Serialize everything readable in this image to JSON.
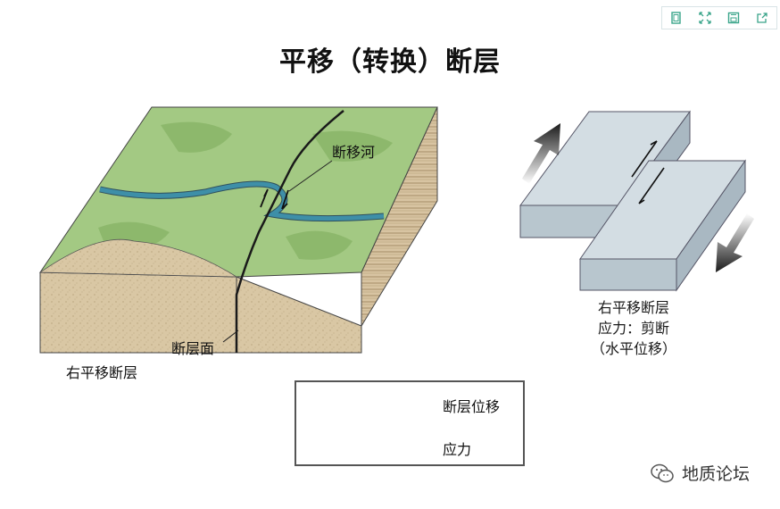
{
  "toolbar": {
    "buttons": [
      {
        "icon": "copy-icon"
      },
      {
        "icon": "fullscreen-icon"
      },
      {
        "icon": "save-icon"
      },
      {
        "icon": "share-icon"
      }
    ]
  },
  "title": "平移（转换）断层",
  "labels": {
    "river": "断移河",
    "fault_plane": "断层面",
    "left_caption": "右平移断层",
    "right_caption_1": "右平移断层",
    "right_caption_2": "应力：剪断",
    "right_caption_3": "（水平位移）"
  },
  "legend": {
    "displacement": "断层位移",
    "stress": "应力"
  },
  "watermark": {
    "text": "地质论坛"
  },
  "colors": {
    "grass": "#a3c983",
    "grass_dark": "#8db86c",
    "soil": "#d9c7a4",
    "river": "#3e8fa8",
    "block_top": "#d3dde3",
    "block_side": "#a9b8c2",
    "arrow": "#1a1a1a"
  }
}
